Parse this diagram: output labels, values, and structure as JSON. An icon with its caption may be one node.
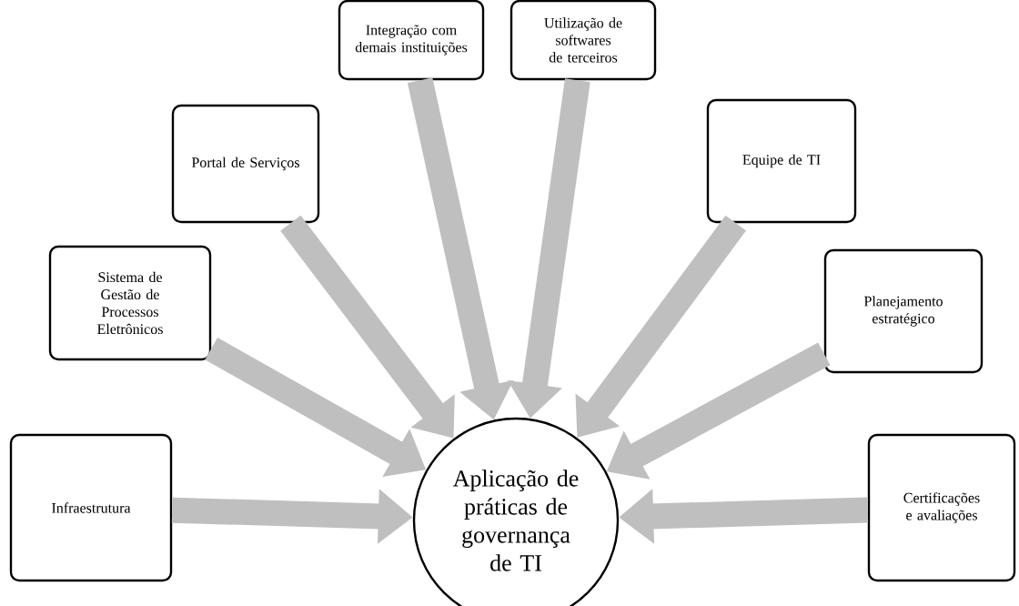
{
  "diagram": {
    "nodes": [
      {
        "text": [
          "Infraestrutura"
        ]
      },
      {
        "text": [
          "Sistema de Gestão de Processos Eletrônicos"
        ]
      },
      {
        "text": [
          "Portal de Serviços"
        ]
      },
      {
        "text": [
          "Integração com demais instituições"
        ]
      },
      {
        "text": [
          "Utilização de softwares de terceiros"
        ]
      },
      {
        "text": [
          "Equipe de TI"
        ]
      },
      {
        "text": [
          "Planejamento estratégico"
        ]
      },
      {
        "text": [
          "Certificações e avaliações"
        ]
      },
      {
        "text": [
          "Aplicação de práticas de governança de TI"
        ]
      }
    ],
    "edges": [
      {
        "from": 0,
        "to": 8,
        "arrow": "to"
      },
      {
        "from": 1,
        "to": 8,
        "arrow": "to"
      },
      {
        "from": 2,
        "to": 8,
        "arrow": "to"
      },
      {
        "from": 3,
        "to": 8,
        "arrow": "to"
      },
      {
        "from": 4,
        "to": 8,
        "arrow": "to"
      },
      {
        "from": 5,
        "to": 8,
        "arrow": "to"
      },
      {
        "from": 6,
        "to": 8,
        "arrow": "to"
      },
      {
        "from": 7,
        "to": 8,
        "arrow": "to"
      }
    ]
  }
}
